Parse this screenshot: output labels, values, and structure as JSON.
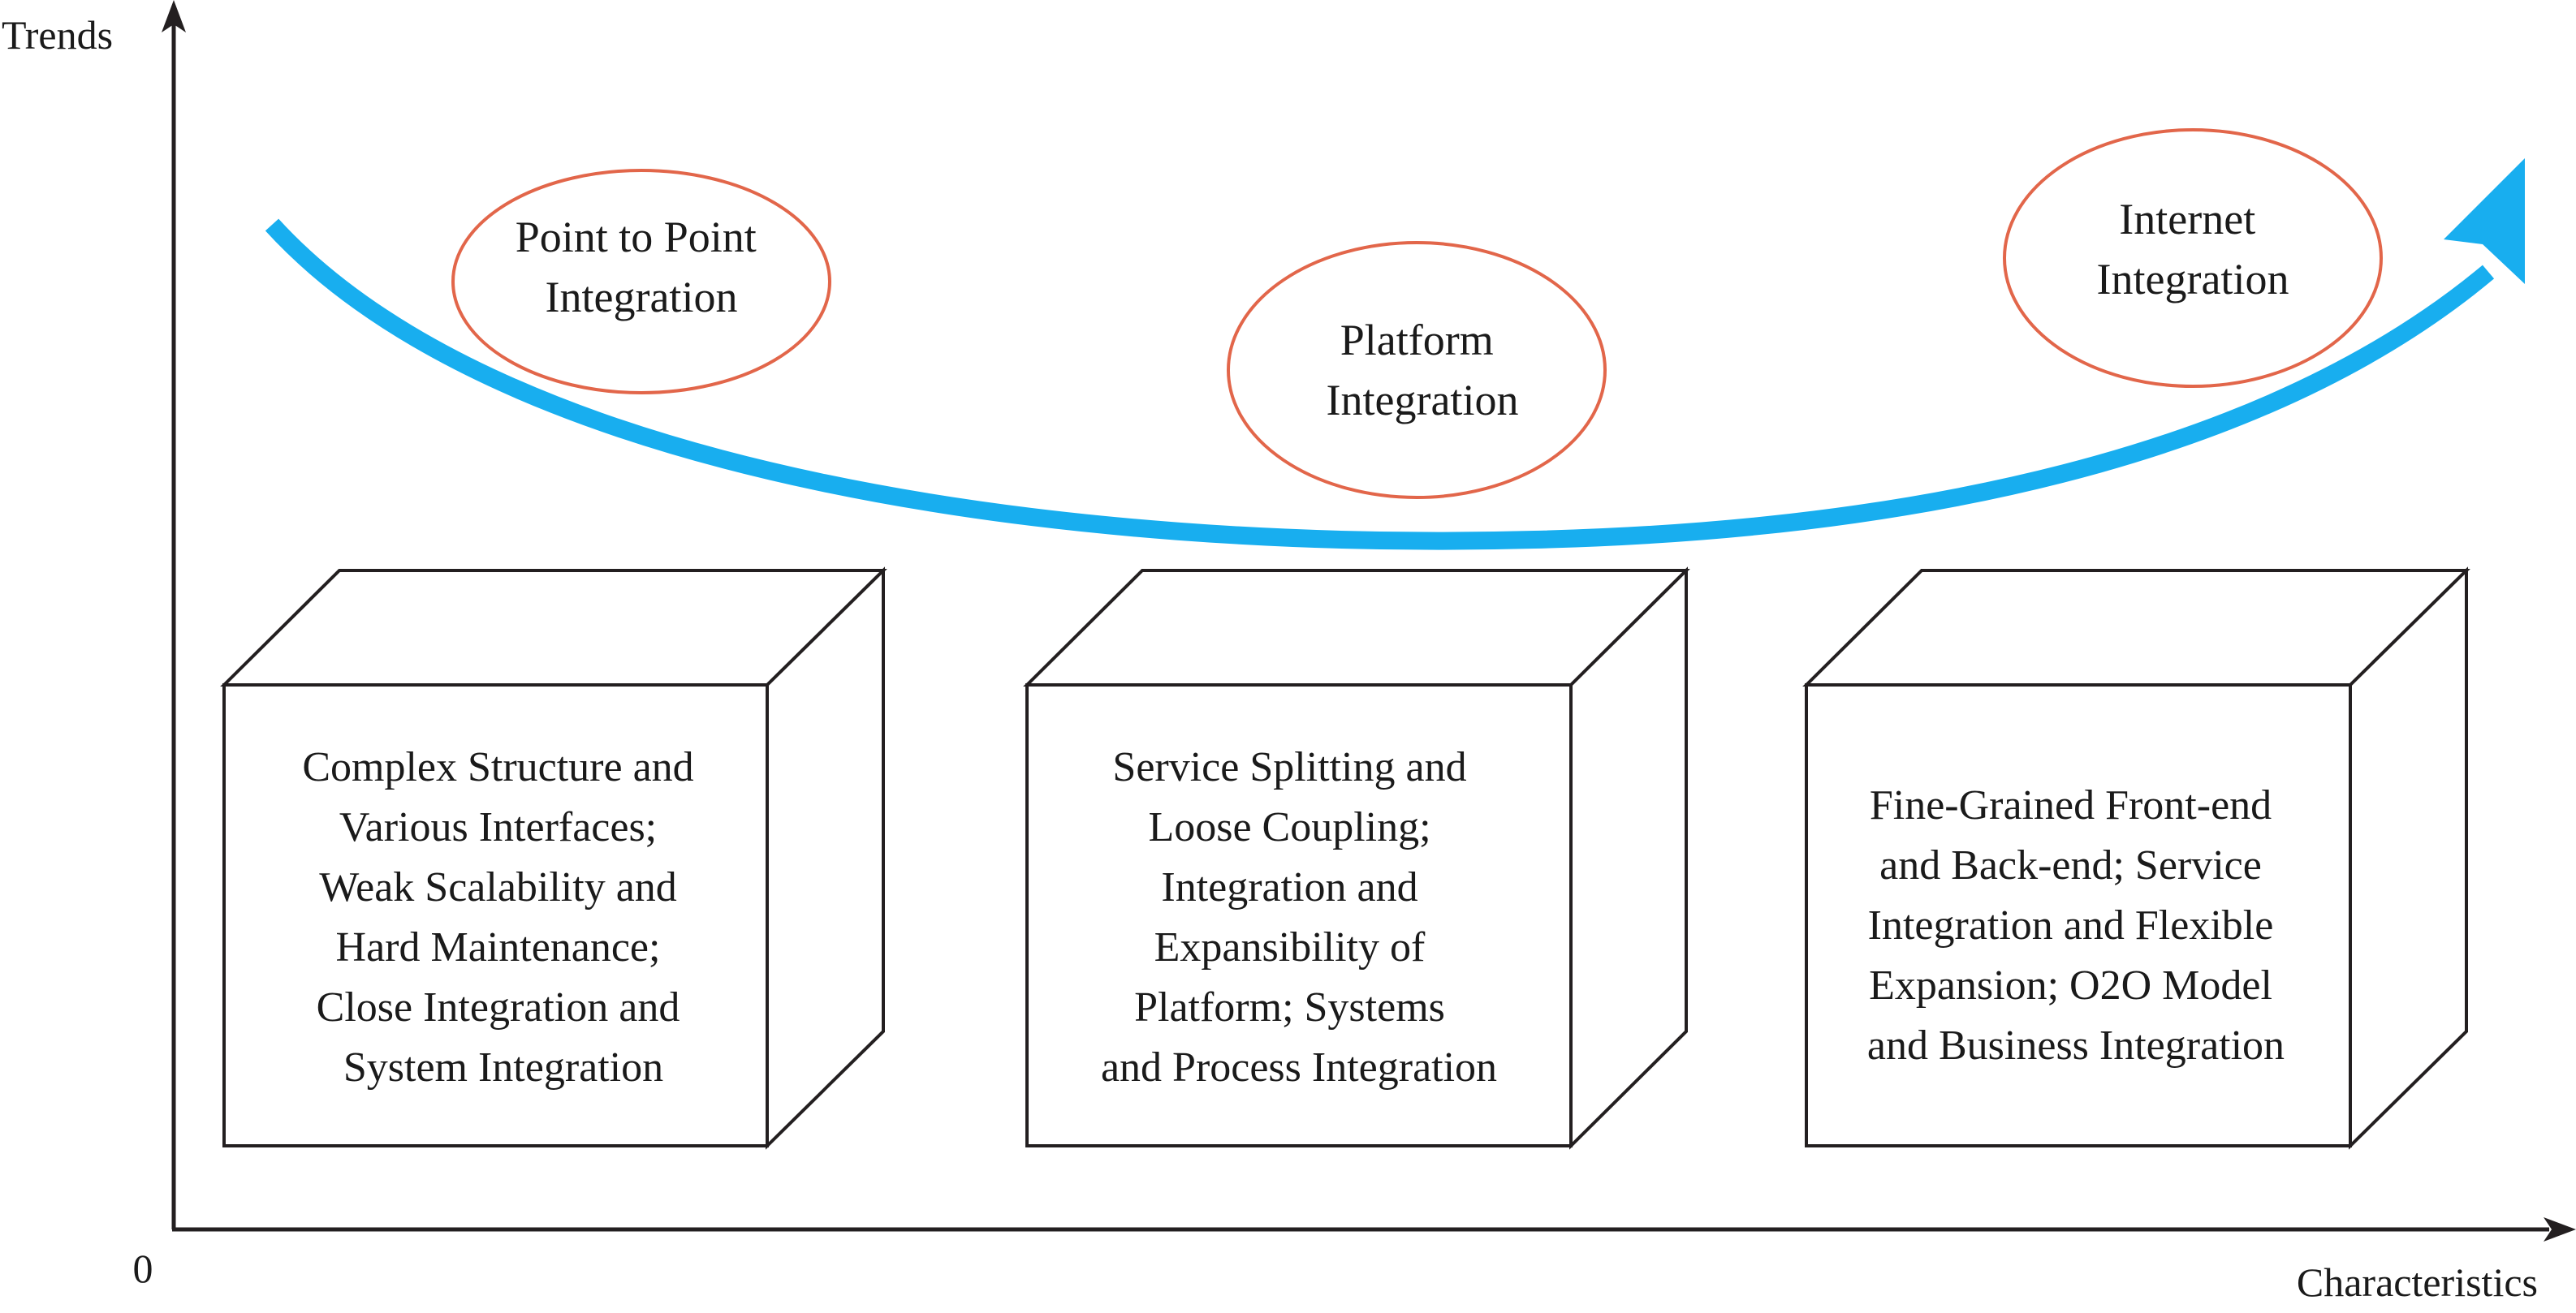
{
  "axes": {
    "y_label": "Trends",
    "x_label": "Characteristics",
    "origin_label": "0"
  },
  "colors": {
    "trend_arrow": "#18aeef",
    "ellipse_stroke": "#e2664a",
    "line": "#231f20"
  },
  "stages": [
    {
      "name_lines": [
        "Point to Point",
        "Integration"
      ],
      "characteristics_lines": [
        "Complex Structure and",
        "Various Interfaces;",
        "Weak Scalability and",
        "Hard Maintenance;",
        "Close Integration and",
        "System Integration"
      ]
    },
    {
      "name_lines": [
        "Platform",
        "Integration"
      ],
      "characteristics_lines": [
        "Service Splitting and",
        "Loose Coupling;",
        "Integration and",
        "Expansibility of",
        "Platform; Systems",
        "and Process Integration"
      ]
    },
    {
      "name_lines": [
        "Internet",
        "Integration"
      ],
      "characteristics_lines": [
        "Fine-Grained Front-end",
        "and Back-end; Service",
        "Integration and Flexible",
        "Expansion; O2O Model",
        "and Business Integration"
      ]
    }
  ]
}
